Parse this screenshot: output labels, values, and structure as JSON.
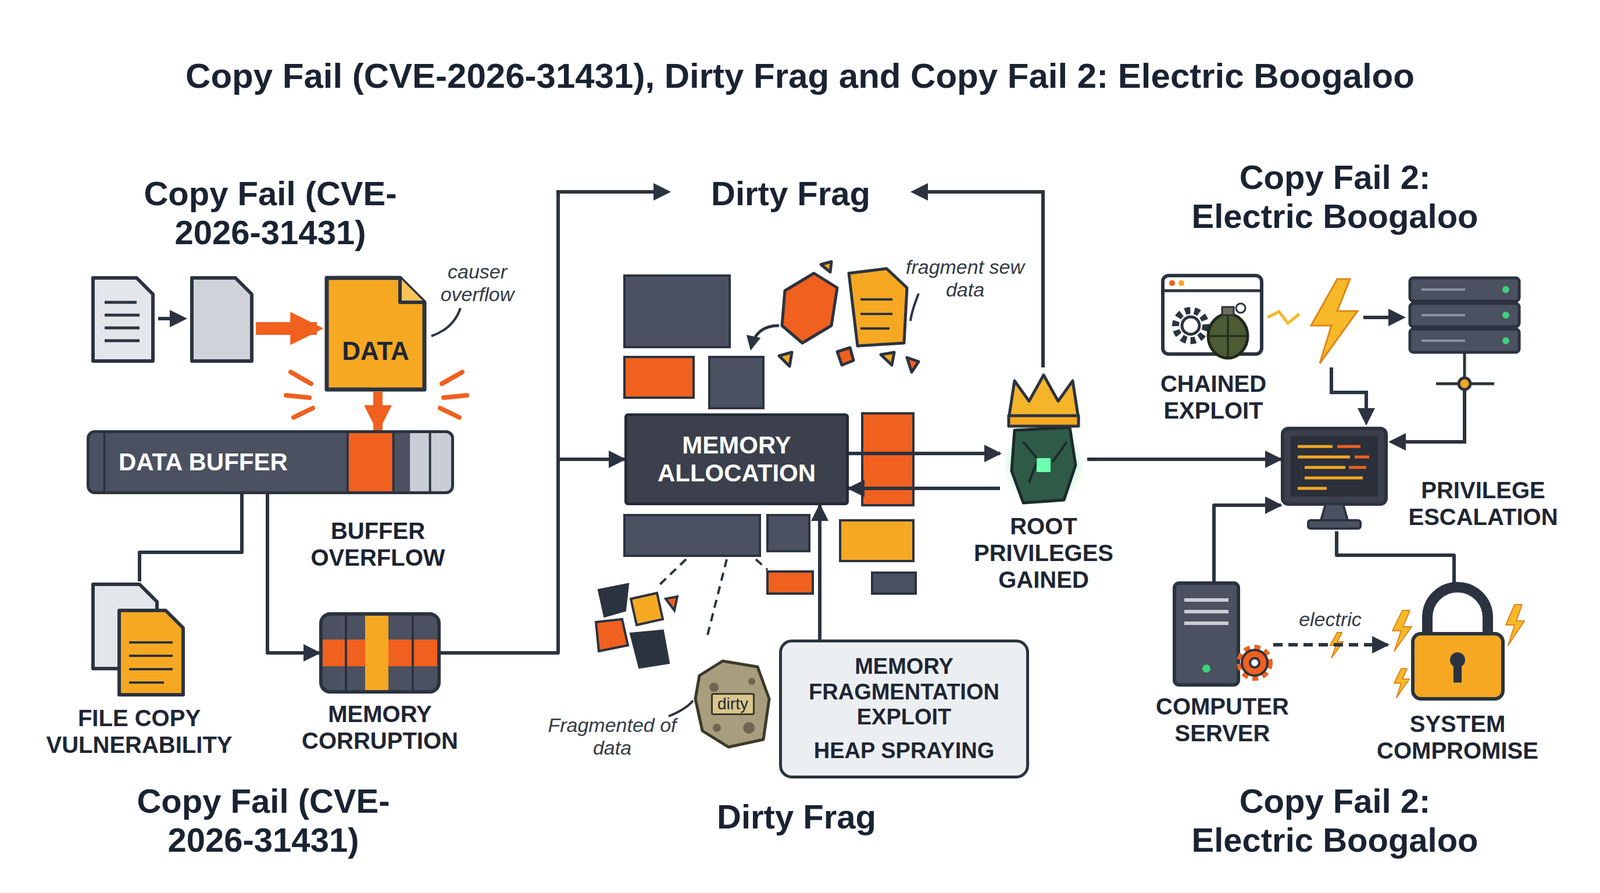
{
  "diagram": {
    "title": "Copy Fail (CVE-2026-31431), Dirty Frag and Copy Fail 2: Electric Boogaloo",
    "nodes": [
      {
        "text": [
          "DATA"
        ]
      },
      {
        "text": [
          "DATA BUFFER"
        ]
      },
      {
        "text": [
          "FILE COPY VULNERABILITY"
        ]
      },
      {
        "text": [
          "MEMORY CORRUPTION"
        ]
      },
      {
        "text": [
          "MEMORY ALLOCATION"
        ]
      },
      {
        "text": [
          "MEMORY FRAGMENTATION EXPLOIT",
          "HEAP SPRAYING"
        ]
      },
      {
        "text": [
          "dirty"
        ]
      },
      {
        "text": [
          "ROOT PRIVILEGES GAINED"
        ]
      },
      {
        "text": [
          "CHAINED EXPLOIT"
        ]
      },
      {
        "text": [
          "PRIVILEGE ESCALATION"
        ]
      },
      {
        "text": [
          "COMPUTER SERVER"
        ]
      },
      {
        "text": [
          "SYSTEM COMPROMISE"
        ]
      }
    ],
    "edges": [
      {
        "from": 0,
        "to": 1,
        "arrow": "to"
      },
      {
        "from": 1,
        "to": 2,
        "arrow": "none"
      },
      {
        "from": 1,
        "to": 3,
        "arrow": "to"
      },
      {
        "from": 3,
        "to": 4,
        "arrow": "to"
      },
      {
        "from": 4,
        "to": 7,
        "arrow": "to"
      },
      {
        "from": 7,
        "to": 4,
        "arrow": "to"
      },
      {
        "from": 5,
        "to": 4,
        "arrow": "to"
      },
      {
        "from": 7,
        "to": 9,
        "arrow": "to"
      },
      {
        "from": 10,
        "to": 9,
        "arrow": "to"
      },
      {
        "from": 9,
        "to": 11,
        "arrow": "none"
      },
      {
        "from": 10,
        "to": 11,
        "arrow": "to",
        "label": "electric"
      }
    ],
    "labels": [
      "Copy Fail (CVE-2026-31431)",
      "causer overflow",
      "BUFFER OVERFLOW",
      "Copy Fail (CVE-2026-31431)",
      "Dirty Frag",
      "fragment sew data",
      "Fragmented of data",
      "Dirty Frag",
      "Copy Fail 2: Electric Boogaloo",
      "Copy Fail 2: Electric Boogaloo"
    ]
  }
}
